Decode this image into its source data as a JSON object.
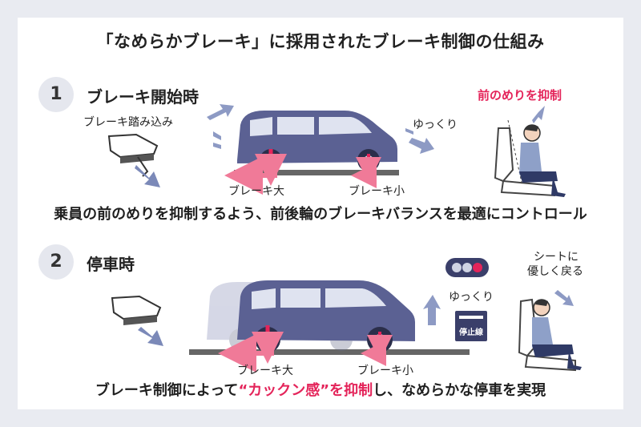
{
  "title": "「なめらかブレーキ」に採用されたブレーキ制御の仕組み",
  "step1": {
    "number": "1",
    "title": "ブレーキ開始時",
    "pedal_label": "ブレーキ踏み込み",
    "slow_label": "ゆっくり",
    "effect_label": "前のめりを抑制",
    "front_brake_label": "ブレーキ大",
    "rear_brake_label": "ブレーキ小",
    "summary": "乗員の前のめりを抑制するよう、前後輪のブレーキバランスを最適にコントロール"
  },
  "step2": {
    "number": "2",
    "title": "停車時",
    "seat_label_line1": "シートに",
    "seat_label_line2": "優しく戻る",
    "slow_label": "ゆっくり",
    "stop_line_label": "停止線",
    "front_brake_label": "ブレーキ大",
    "rear_brake_label": "ブレーキ小",
    "summary_part1": "ブレーキ制御によって",
    "summary_highlight": "“カックン感”を抑制",
    "summary_part2": "し、なめらかな停車を実現"
  },
  "colors": {
    "accent_red": "#e4245a",
    "car_body": "#5b6193",
    "arrow_blue": "#7b89b8",
    "brake_arrow_pink": "#f07a98"
  }
}
